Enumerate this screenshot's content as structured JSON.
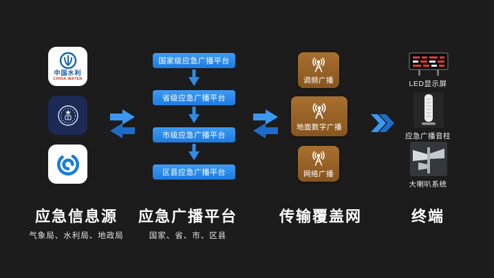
{
  "colors": {
    "background": "#1c1c1c",
    "platform_blue": "#2b8ce8",
    "network_brown": "#9a6331",
    "arrow_blue": "#3490ec",
    "text_white": "#ffffff"
  },
  "icons": {
    "logo_1": "china-water-emblem",
    "logo_2": "government-seal-emblem",
    "logo_3": "meteorological-cloud-emblem",
    "network_node": "broadcast-antenna",
    "connector_between_columns": "bidirectional-arrows",
    "connector_to_terminals": "double-right-arrow",
    "level_link": "down-arrow"
  },
  "sources": {
    "title": "应急信息源",
    "subtitle": "气象局、水利局、地政局",
    "logos": [
      {
        "icon": "china-water-emblem",
        "label": "中国水利",
        "sublabel": "CHINA WATER"
      },
      {
        "icon": "government-seal-emblem"
      },
      {
        "icon": "meteorological-cloud-emblem"
      }
    ]
  },
  "platform": {
    "title": "应急广播平台",
    "subtitle": "国家、省、市、区县",
    "levels": [
      "国家级应急广播平台",
      "省级应急广播平台",
      "市级应急广播平台",
      "区县应急广播平台"
    ]
  },
  "network": {
    "title": "传输覆盖网",
    "nodes": [
      "调频广播",
      "地面数字广播",
      "网络广播"
    ]
  },
  "terminals": {
    "title": "终端",
    "items": [
      "LED显示屏",
      "应急广播音柱",
      "大喇叭系统"
    ]
  }
}
